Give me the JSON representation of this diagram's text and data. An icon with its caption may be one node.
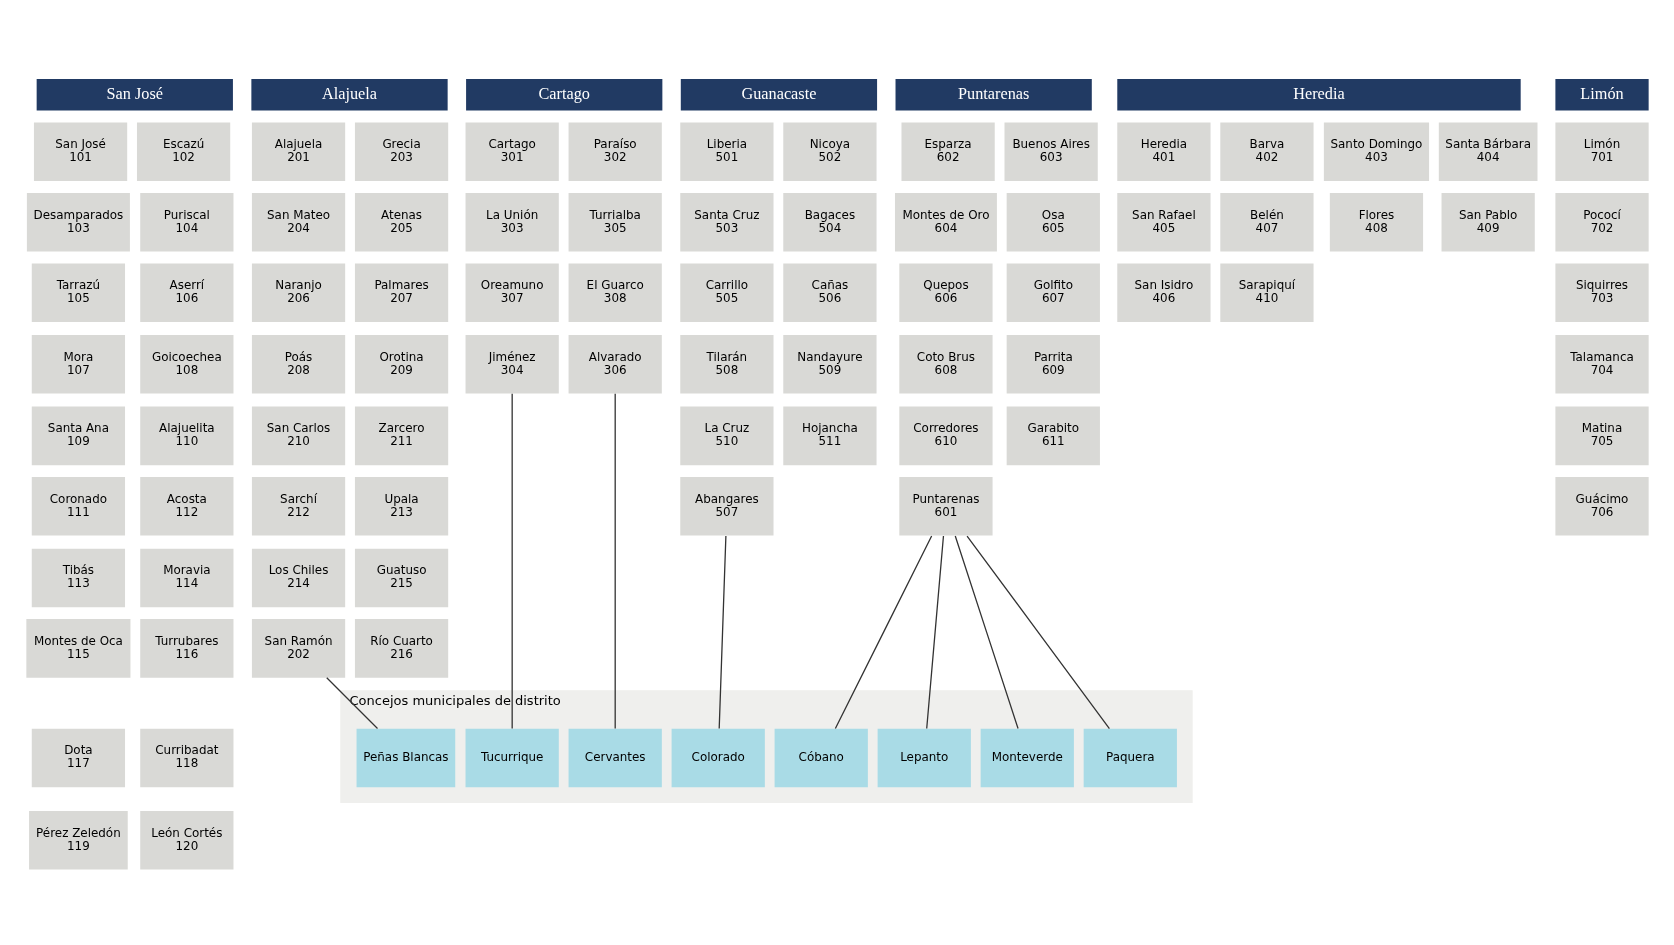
{
  "diagram": {
    "nodes": [
      {
        "text": [
          "San José"
        ]
      },
      {
        "text": [
          "San José",
          "101"
        ]
      },
      {
        "text": [
          "Escazú",
          "102"
        ]
      },
      {
        "text": [
          "Desamparados",
          "103"
        ]
      },
      {
        "text": [
          "Puriscal",
          "104"
        ]
      },
      {
        "text": [
          "Tarrazú",
          "105"
        ]
      },
      {
        "text": [
          "Aserrí",
          "106"
        ]
      },
      {
        "text": [
          "Mora",
          "107"
        ]
      },
      {
        "text": [
          "Goicoechea",
          "108"
        ]
      },
      {
        "text": [
          "Santa Ana",
          "109"
        ]
      },
      {
        "text": [
          "Alajuelita",
          "110"
        ]
      },
      {
        "text": [
          "Coronado",
          "111"
        ]
      },
      {
        "text": [
          "Acosta",
          "112"
        ]
      },
      {
        "text": [
          "Tibás",
          "113"
        ]
      },
      {
        "text": [
          "Moravia",
          "114"
        ]
      },
      {
        "text": [
          "Montes de Oca",
          "115"
        ]
      },
      {
        "text": [
          "Turrubares",
          "116"
        ]
      },
      {
        "text": [
          "Dota",
          "117"
        ]
      },
      {
        "text": [
          "Curribadat",
          "118"
        ]
      },
      {
        "text": [
          "Pérez Zeledón",
          "119"
        ]
      },
      {
        "text": [
          "León Cortés",
          "120"
        ]
      },
      {
        "text": [
          "Alajuela"
        ]
      },
      {
        "text": [
          "Alajuela",
          "201"
        ]
      },
      {
        "text": [
          "Grecia",
          "203"
        ]
      },
      {
        "text": [
          "San Mateo",
          "204"
        ]
      },
      {
        "text": [
          "Atenas",
          "205"
        ]
      },
      {
        "text": [
          "Naranjo",
          "206"
        ]
      },
      {
        "text": [
          "Palmares",
          "207"
        ]
      },
      {
        "text": [
          "Poás",
          "208"
        ]
      },
      {
        "text": [
          "Orotina",
          "209"
        ]
      },
      {
        "text": [
          "San Carlos",
          "210"
        ]
      },
      {
        "text": [
          "Zarcero",
          "211"
        ]
      },
      {
        "text": [
          "Sarchí",
          "212"
        ]
      },
      {
        "text": [
          "Upala",
          "213"
        ]
      },
      {
        "text": [
          "Los Chiles",
          "214"
        ]
      },
      {
        "text": [
          "Guatuso",
          "215"
        ]
      },
      {
        "text": [
          "San Ramón",
          "202"
        ]
      },
      {
        "text": [
          "Río Cuarto",
          "216"
        ]
      },
      {
        "text": [
          "Cartago"
        ]
      },
      {
        "text": [
          "Cartago",
          "301"
        ]
      },
      {
        "text": [
          "Paraíso",
          "302"
        ]
      },
      {
        "text": [
          "La Unión",
          "303"
        ]
      },
      {
        "text": [
          "Turrialba",
          "305"
        ]
      },
      {
        "text": [
          "Oreamuno",
          "307"
        ]
      },
      {
        "text": [
          "El Guarco",
          "308"
        ]
      },
      {
        "text": [
          "Jiménez",
          "304"
        ]
      },
      {
        "text": [
          "Alvarado",
          "306"
        ]
      },
      {
        "text": [
          "Heredia"
        ]
      },
      {
        "text": [
          "Heredia",
          "401"
        ]
      },
      {
        "text": [
          "Barva",
          "402"
        ]
      },
      {
        "text": [
          "Santo Domingo",
          "403"
        ]
      },
      {
        "text": [
          "Santa Bárbara",
          "404"
        ]
      },
      {
        "text": [
          "San Rafael",
          "405"
        ]
      },
      {
        "text": [
          "Belén",
          "407"
        ]
      },
      {
        "text": [
          "Flores",
          "408"
        ]
      },
      {
        "text": [
          "San Pablo",
          "409"
        ]
      },
      {
        "text": [
          "San Isidro",
          "406"
        ]
      },
      {
        "text": [
          "Sarapiquí",
          "410"
        ]
      },
      {
        "text": [
          "Guanacaste"
        ]
      },
      {
        "text": [
          "Liberia",
          "501"
        ]
      },
      {
        "text": [
          "Nicoya",
          "502"
        ]
      },
      {
        "text": [
          "Santa Cruz",
          "503"
        ]
      },
      {
        "text": [
          "Bagaces",
          "504"
        ]
      },
      {
        "text": [
          "Carrillo",
          "505"
        ]
      },
      {
        "text": [
          "Cañas",
          "506"
        ]
      },
      {
        "text": [
          "Tilarán",
          "508"
        ]
      },
      {
        "text": [
          "Nandayure",
          "509"
        ]
      },
      {
        "text": [
          "La Cruz",
          "510"
        ]
      },
      {
        "text": [
          "Hojancha",
          "511"
        ]
      },
      {
        "text": [
          "Abangares",
          "507"
        ]
      },
      {
        "text": [
          "Puntarenas"
        ]
      },
      {
        "text": [
          "Esparza",
          "602"
        ]
      },
      {
        "text": [
          "Buenos Aires",
          "603"
        ]
      },
      {
        "text": [
          "Montes de Oro",
          "604"
        ]
      },
      {
        "text": [
          "Osa",
          "605"
        ]
      },
      {
        "text": [
          "Quepos",
          "606"
        ]
      },
      {
        "text": [
          "Golfito",
          "607"
        ]
      },
      {
        "text": [
          "Coto Brus",
          "608"
        ]
      },
      {
        "text": [
          "Parrita",
          "609"
        ]
      },
      {
        "text": [
          "Corredores",
          "610"
        ]
      },
      {
        "text": [
          "Garabito",
          "611"
        ]
      },
      {
        "text": [
          "Puntarenas",
          "601"
        ]
      },
      {
        "text": [
          "Limón"
        ]
      },
      {
        "text": [
          "Limón",
          "701"
        ]
      },
      {
        "text": [
          "Pococí",
          "702"
        ]
      },
      {
        "text": [
          "Siquirres",
          "703"
        ]
      },
      {
        "text": [
          "Talamanca",
          "704"
        ]
      },
      {
        "text": [
          "Matina",
          "705"
        ]
      },
      {
        "text": [
          "Guácimo",
          "706"
        ]
      },
      {
        "text": [
          "Concejos municipales de distrito"
        ]
      },
      {
        "text": [
          "Peñas Blancas"
        ],
        "in": 89
      },
      {
        "text": [
          "Tucurrique"
        ],
        "in": 89
      },
      {
        "text": [
          "Cervantes"
        ],
        "in": 89
      },
      {
        "text": [
          "Colorado"
        ],
        "in": 89
      },
      {
        "text": [
          "Cóbano"
        ],
        "in": 89
      },
      {
        "text": [
          "Lepanto"
        ],
        "in": 89
      },
      {
        "text": [
          "Monteverde"
        ],
        "in": 89
      },
      {
        "text": [
          "Paquera"
        ],
        "in": 89
      }
    ],
    "edges": [
      {
        "from": 36,
        "to": 90,
        "arrow": "none"
      },
      {
        "from": 45,
        "to": 91,
        "arrow": "none"
      },
      {
        "from": 46,
        "to": 92,
        "arrow": "none"
      },
      {
        "from": 69,
        "to": 93,
        "arrow": "none"
      },
      {
        "from": 81,
        "to": 94,
        "arrow": "none"
      },
      {
        "from": 81,
        "to": 95,
        "arrow": "none"
      },
      {
        "from": 81,
        "to": 96,
        "arrow": "none"
      },
      {
        "from": 81,
        "to": 97,
        "arrow": "none"
      }
    ]
  }
}
